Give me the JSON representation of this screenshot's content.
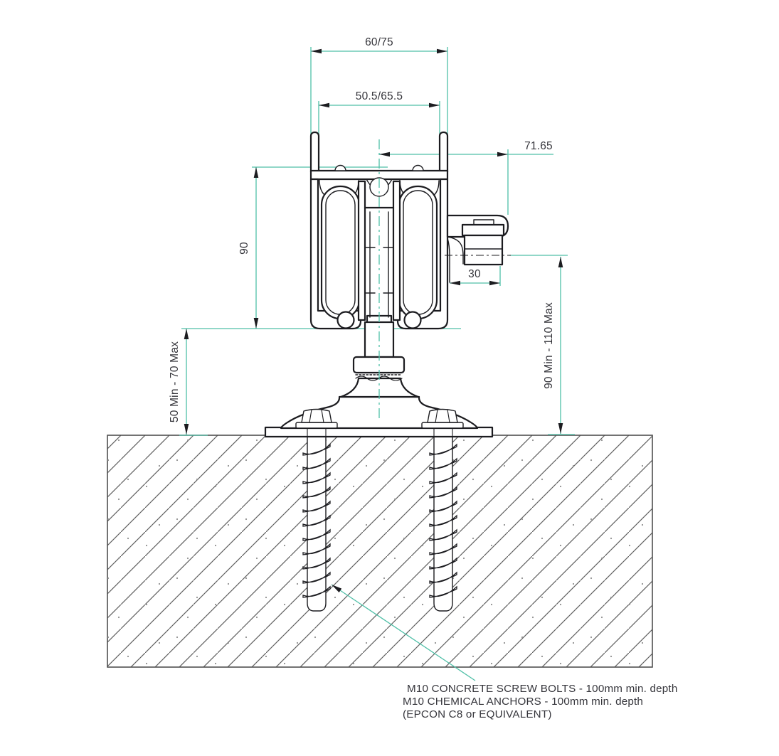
{
  "drawing": {
    "dims": {
      "track_outer_width": "60/75",
      "track_inner_width": "50.5/65.5",
      "center_to_bracket": "71.65",
      "track_height": "90",
      "guide_offset": "30",
      "left_clearance": "50 Min - 70 Max",
      "right_clearance": "90 Min - 110 Max"
    },
    "notes": {
      "line1": "M10 CONCRETE SCREW BOLTS - 100mm min. depth",
      "line2": "M10 CHEMICAL ANCHORS - 100mm min. depth",
      "line3": "(EPCON C8 or EQUIVALENT)"
    },
    "colors": {
      "line": "#1c1c20",
      "dimension": "#4fbfa7",
      "hatch": "#5f5f5f",
      "label": "#35353b",
      "background": "#ffffff"
    }
  }
}
